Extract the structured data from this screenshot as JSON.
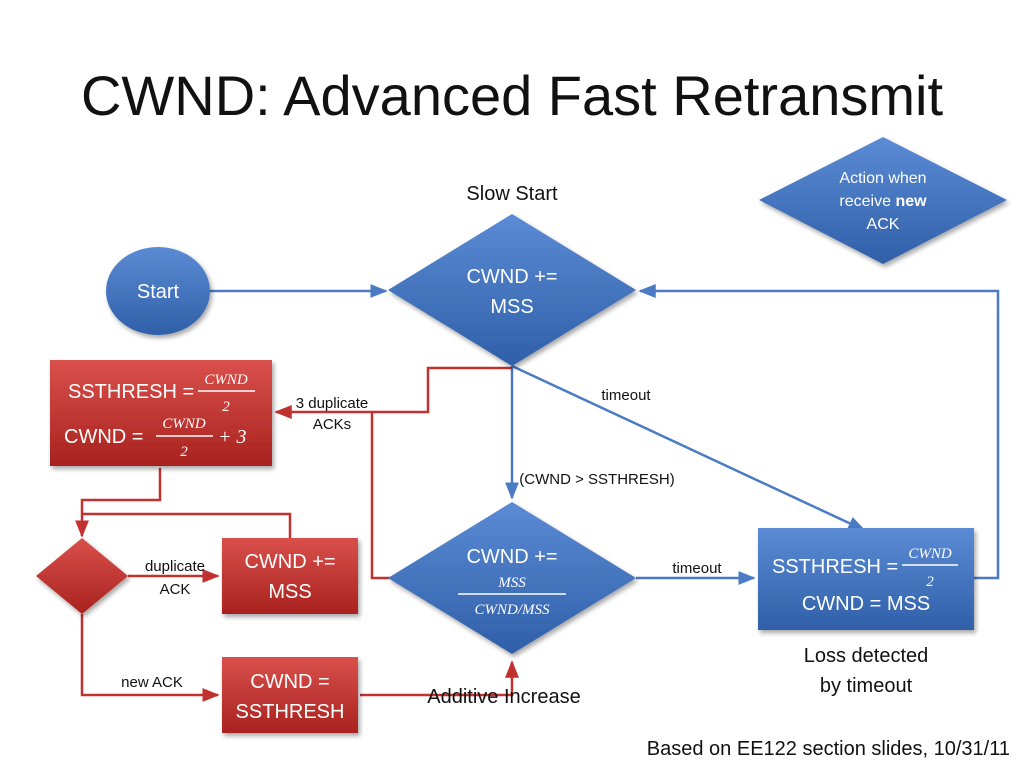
{
  "title": "CWND: Advanced Fast Retransmit",
  "colors": {
    "blue": "#4472c4",
    "red": "#c0312f",
    "blueLine": "#4a7bc4",
    "redLine": "#c0312f"
  },
  "nodes": {
    "legend": {
      "line1": "Action when",
      "line2_prefix": "receive ",
      "line2_bold": "new",
      "line3": "ACK"
    },
    "start": "Start",
    "slow_start": {
      "caption": "Slow Start",
      "line1": "CWND +=",
      "line2": "MSS"
    },
    "fast_recovery": {
      "ss_prefix": "SSTHRESH = ",
      "cwnd_prefix": "CWND = ",
      "frac_num": "CWND",
      "frac_den": "2",
      "plus3": "+ 3"
    },
    "decision": {},
    "dup_box": {
      "line1": "CWND +=",
      "line2": "MSS"
    },
    "reset_box": {
      "line1": "CWND =",
      "line2": "SSTHRESH"
    },
    "additive": {
      "caption": "Additive Increase",
      "line1": "CWND +=",
      "frac_num": "MSS",
      "frac_den": "CWND/MSS"
    },
    "timeout_box": {
      "ss_prefix": "SSTHRESH = ",
      "frac_num": "CWND",
      "frac_den": "2",
      "line2": "CWND = MSS",
      "caption1": "Loss detected",
      "caption2": "by timeout"
    }
  },
  "edges": {
    "three_dup_line1": "3 duplicate",
    "three_dup_line2": "ACKs",
    "timeout_top": "timeout",
    "cwnd_gt": "(CWND > SSTHRESH)",
    "timeout_mid": "timeout",
    "dup_ack_line1": "duplicate",
    "dup_ack_line2": "ACK",
    "new_ack": "new ACK"
  },
  "footer": "Based on EE122 section slides, 10/31/11"
}
